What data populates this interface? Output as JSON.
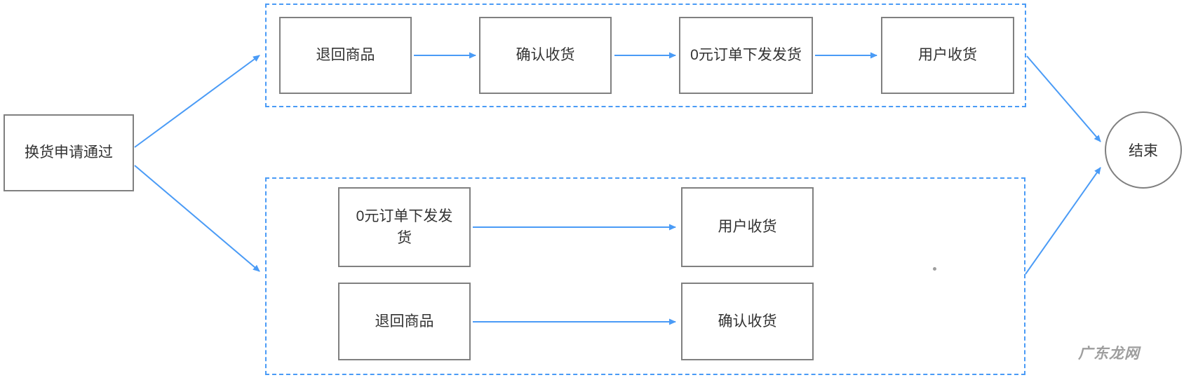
{
  "flow": {
    "start": {
      "label": "换货申请通过"
    },
    "end": {
      "label": "结束"
    },
    "top_branch": {
      "nodes": [
        {
          "label": "退回商品"
        },
        {
          "label": "确认收货"
        },
        {
          "label": "0元订单下发发货"
        },
        {
          "label": "用户收货"
        }
      ]
    },
    "bottom_branch": {
      "rows": [
        {
          "from": {
            "label": "0元订单下发发货"
          },
          "to": {
            "label": "用户收货"
          }
        },
        {
          "from": {
            "label": "退回商品"
          },
          "to": {
            "label": "确认收货"
          }
        }
      ]
    },
    "watermark": "广东龙网",
    "colors": {
      "accent_blue": "#4a9bf6",
      "box_border": "#808080",
      "text": "#333333",
      "watermark": "#9e9e9e"
    }
  }
}
